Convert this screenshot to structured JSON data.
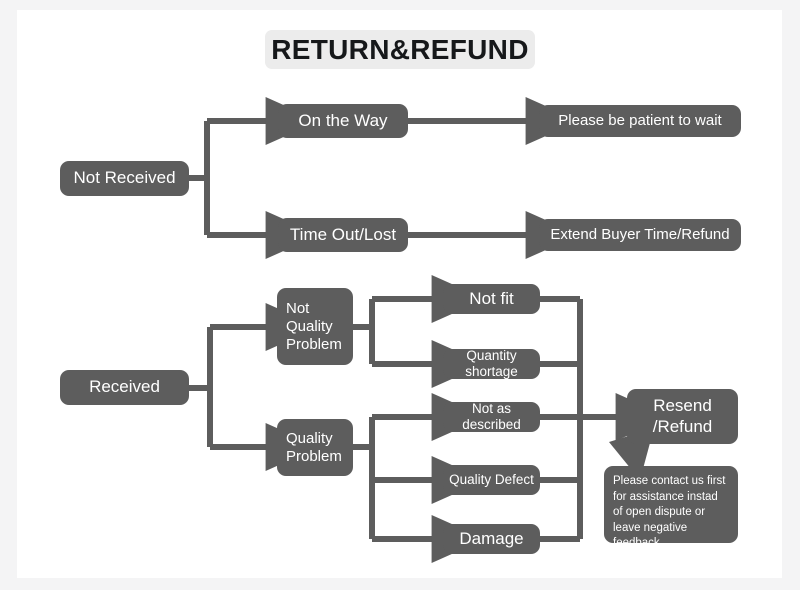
{
  "page": {
    "title": "RETURN&REFUND",
    "background_color": "#f4f4f5",
    "card_color": "#ffffff",
    "node_color": "#5d5d5d",
    "node_text_color": "#ffffff",
    "title_plate_color": "#ececec",
    "title_text_color": "#16181a",
    "connector_color": "#5d5d5d"
  },
  "nodes": {
    "not_received": "Not Received",
    "on_the_way": "On the Way",
    "time_out_lost": "Time Out/Lost",
    "please_wait": "Please be patient to wait",
    "extend_refund": "Extend Buyer Time/Refund",
    "received": "Received",
    "not_quality_problem": "Not\nQuality\nProblem",
    "quality_problem": "Quality\nProblem",
    "not_fit": "Not fit",
    "quantity_shortage": "Quantity shortage",
    "not_as_described": "Not as described",
    "quality_defect": "Quality Defect",
    "damage": "Damage",
    "resend_refund": "Resend\n/Refund"
  },
  "callout": {
    "text": "Please contact us first for assistance instad of open dispute or leave negative feedback."
  },
  "flow": {
    "branches": [
      {
        "from": "not_received",
        "to": [
          "on_the_way",
          "time_out_lost"
        ]
      },
      {
        "from": "on_the_way",
        "to": [
          "please_wait"
        ]
      },
      {
        "from": "time_out_lost",
        "to": [
          "extend_refund"
        ]
      },
      {
        "from": "received",
        "to": [
          "not_quality_problem",
          "quality_problem"
        ]
      },
      {
        "from": "not_quality_problem",
        "to": [
          "not_fit",
          "quantity_shortage"
        ]
      },
      {
        "from": "quality_problem",
        "to": [
          "not_as_described",
          "quality_defect",
          "damage"
        ]
      },
      {
        "from": "not_fit",
        "to": [
          "resend_refund"
        ]
      },
      {
        "from": "quantity_shortage",
        "to": [
          "resend_refund"
        ]
      },
      {
        "from": "not_as_described",
        "to": [
          "resend_refund"
        ]
      },
      {
        "from": "quality_defect",
        "to": [
          "resend_refund"
        ]
      },
      {
        "from": "damage",
        "to": [
          "resend_refund"
        ]
      }
    ]
  }
}
